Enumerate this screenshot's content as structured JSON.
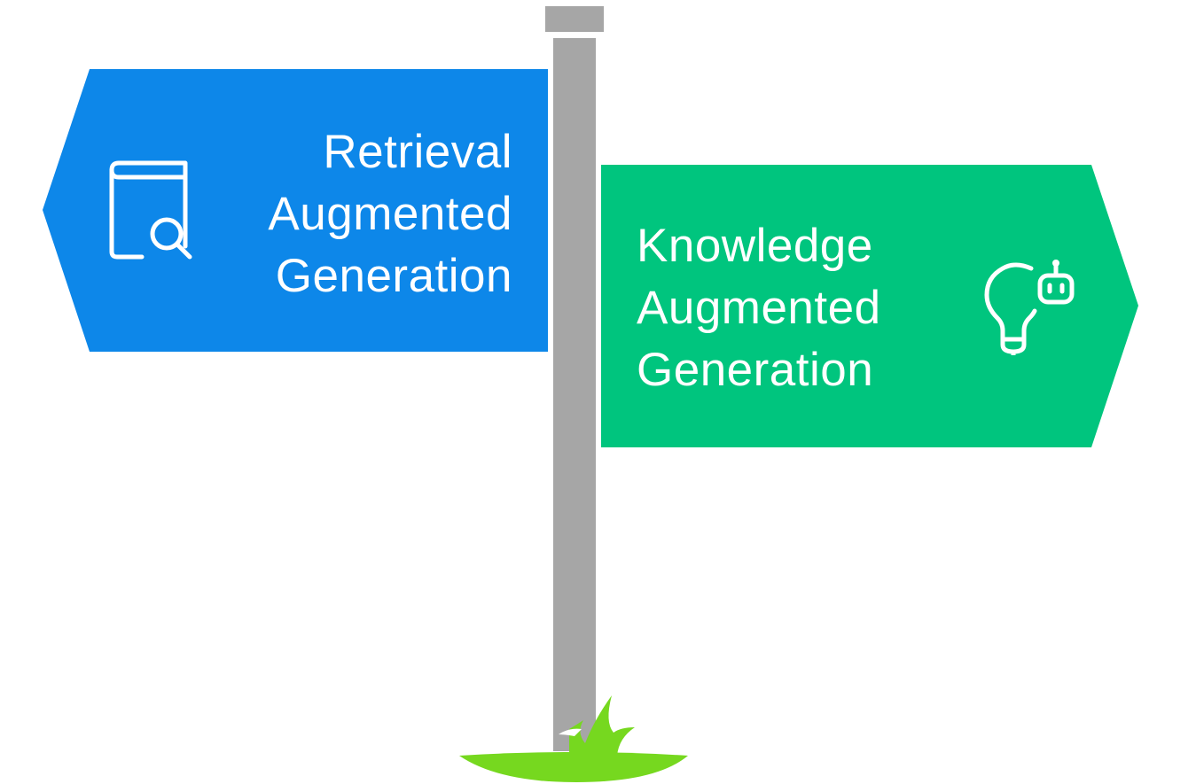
{
  "signpost": {
    "left_sign": {
      "lines": [
        "Retrieval",
        "Augmented",
        "Generation"
      ],
      "color": "#0d87e9",
      "icon": "book-search-icon"
    },
    "right_sign": {
      "lines": [
        "Knowledge",
        "Augmented",
        "Generation"
      ],
      "color": "#00c57e",
      "icon": "lightbulb-robot-icon"
    },
    "pole_color": "#a6a6a6",
    "grass_color": "#76d81f"
  }
}
